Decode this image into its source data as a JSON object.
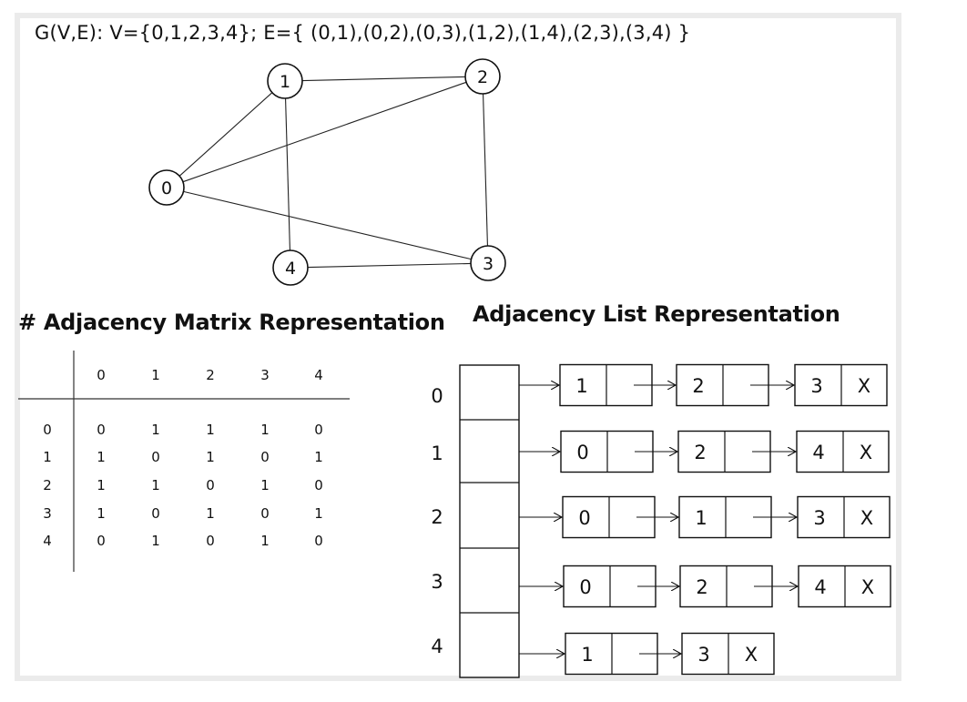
{
  "graph_title": "G(V,E): V={0,1,2,3,4}; E={ (0,1),(0,2),(0,3),(1,2),(1,4),(2,3),(3,4) }",
  "graph": {
    "nodes": [
      "0",
      "1",
      "2",
      "3",
      "4"
    ],
    "edges": [
      [
        "0",
        "1"
      ],
      [
        "0",
        "2"
      ],
      [
        "0",
        "3"
      ],
      [
        "1",
        "2"
      ],
      [
        "1",
        "4"
      ],
      [
        "2",
        "3"
      ],
      [
        "3",
        "4"
      ]
    ]
  },
  "matrix": {
    "heading": "# Adjacency Matrix Representation",
    "col_headers": [
      "0",
      "1",
      "2",
      "3",
      "4"
    ],
    "row_headers": [
      "0",
      "1",
      "2",
      "3",
      "4"
    ],
    "rows": [
      [
        "0",
        "1",
        "1",
        "1",
        "0"
      ],
      [
        "1",
        "0",
        "1",
        "0",
        "1"
      ],
      [
        "1",
        "1",
        "0",
        "1",
        "0"
      ],
      [
        "1",
        "0",
        "1",
        "0",
        "1"
      ],
      [
        "0",
        "1",
        "0",
        "1",
        "0"
      ]
    ]
  },
  "adj_list": {
    "heading": "Adjacency List Representation",
    "index_labels": [
      "0",
      "1",
      "2",
      "3",
      "4"
    ],
    "rows": [
      [
        "1",
        "2",
        "3"
      ],
      [
        "0",
        "2",
        "4"
      ],
      [
        "0",
        "1",
        "3"
      ],
      [
        "0",
        "2",
        "4"
      ],
      [
        "1",
        "3"
      ]
    ],
    "null_marker": "X"
  }
}
